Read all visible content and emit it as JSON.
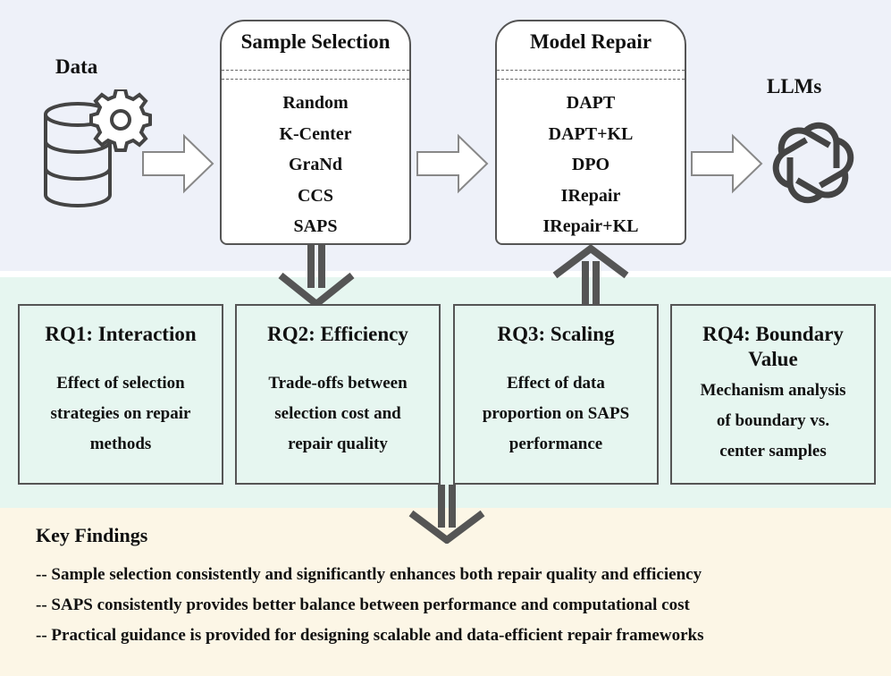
{
  "data_label": "Data",
  "llms_label": "LLMs",
  "sample_selection": {
    "title": "Sample Selection",
    "items": [
      "Random",
      "K-Center",
      "GraNd",
      "CCS",
      "SAPS"
    ]
  },
  "model_repair": {
    "title": "Model Repair",
    "items": [
      "DAPT",
      "DAPT+KL",
      "DPO",
      "IRepair",
      "IRepair+KL"
    ]
  },
  "research_questions": [
    {
      "title": "RQ1: Interaction",
      "text": [
        "Effect of selection",
        "strategies on repair",
        "methods"
      ]
    },
    {
      "title": "RQ2: Efficiency",
      "text": [
        "Trade-offs between",
        "selection cost and",
        "repair quality"
      ]
    },
    {
      "title": "RQ3: Scaling",
      "text": [
        "Effect of data",
        "proportion on SAPS",
        "performance"
      ]
    },
    {
      "title": "RQ4: Boundary Value",
      "text": [
        "Mechanism analysis",
        "of boundary vs.",
        "center samples"
      ]
    }
  ],
  "key_findings": {
    "title": "Key Findings",
    "items": [
      "-- Sample selection consistently and significantly enhances both repair quality and efficiency",
      "-- SAPS consistently provides better balance between performance and computational cost",
      "-- Practical guidance is provided for designing scalable and data-efficient repair frameworks"
    ]
  },
  "colors": {
    "top_band": "#eef1f9",
    "middle_band": "#e6f6f0",
    "bottom_band": "#fcf6e6",
    "outline": "#555555"
  }
}
